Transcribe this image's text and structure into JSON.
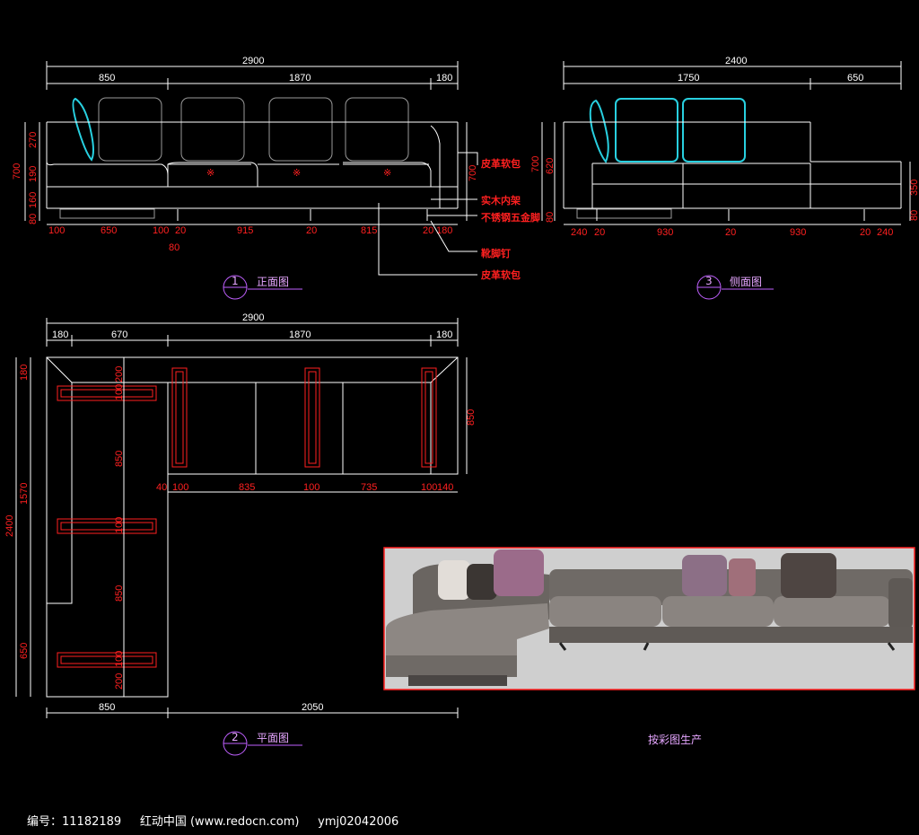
{
  "front_view": {
    "caption": "正面图",
    "index": "1",
    "top_dims": [
      "2900",
      "850",
      "1870",
      "180"
    ],
    "bottom_dims": [
      "100",
      "650",
      "100",
      "20",
      "915",
      "20",
      "815",
      "20",
      "180",
      "80"
    ],
    "left_dims": [
      "270",
      "700",
      "190",
      "160",
      "80"
    ],
    "right_dim": "700",
    "notes": [
      "皮革软包",
      "实木内架",
      "不锈钢五金脚",
      "靴脚钉",
      "皮革软包"
    ]
  },
  "side_view": {
    "caption": "侧面图",
    "index": "3",
    "top_dims": [
      "2400",
      "1750",
      "650"
    ],
    "bottom_dims": [
      "240",
      "20",
      "930",
      "20",
      "930",
      "20",
      "240"
    ],
    "left_dims": [
      "700",
      "620",
      "80"
    ],
    "right_dims": [
      "350",
      "80"
    ]
  },
  "plan_view": {
    "caption": "平面图",
    "index": "2",
    "top_dims": [
      "2900",
      "180",
      "670",
      "1870",
      "180"
    ],
    "left_dims": [
      "180",
      "1570",
      "2400",
      "650"
    ],
    "right_dim": "850",
    "inner_dims": [
      "200",
      "100",
      "850",
      "100",
      "850",
      "100",
      "200"
    ],
    "seat_dims": [
      "40",
      "100",
      "835",
      "100",
      "735",
      "100",
      "140"
    ],
    "bottom_dims": [
      "850",
      "2050"
    ]
  },
  "photo": {
    "caption": "按彩图生产"
  },
  "footer": "编号：11182189     红动中国 (www.redocn.com)     ymj02042006"
}
